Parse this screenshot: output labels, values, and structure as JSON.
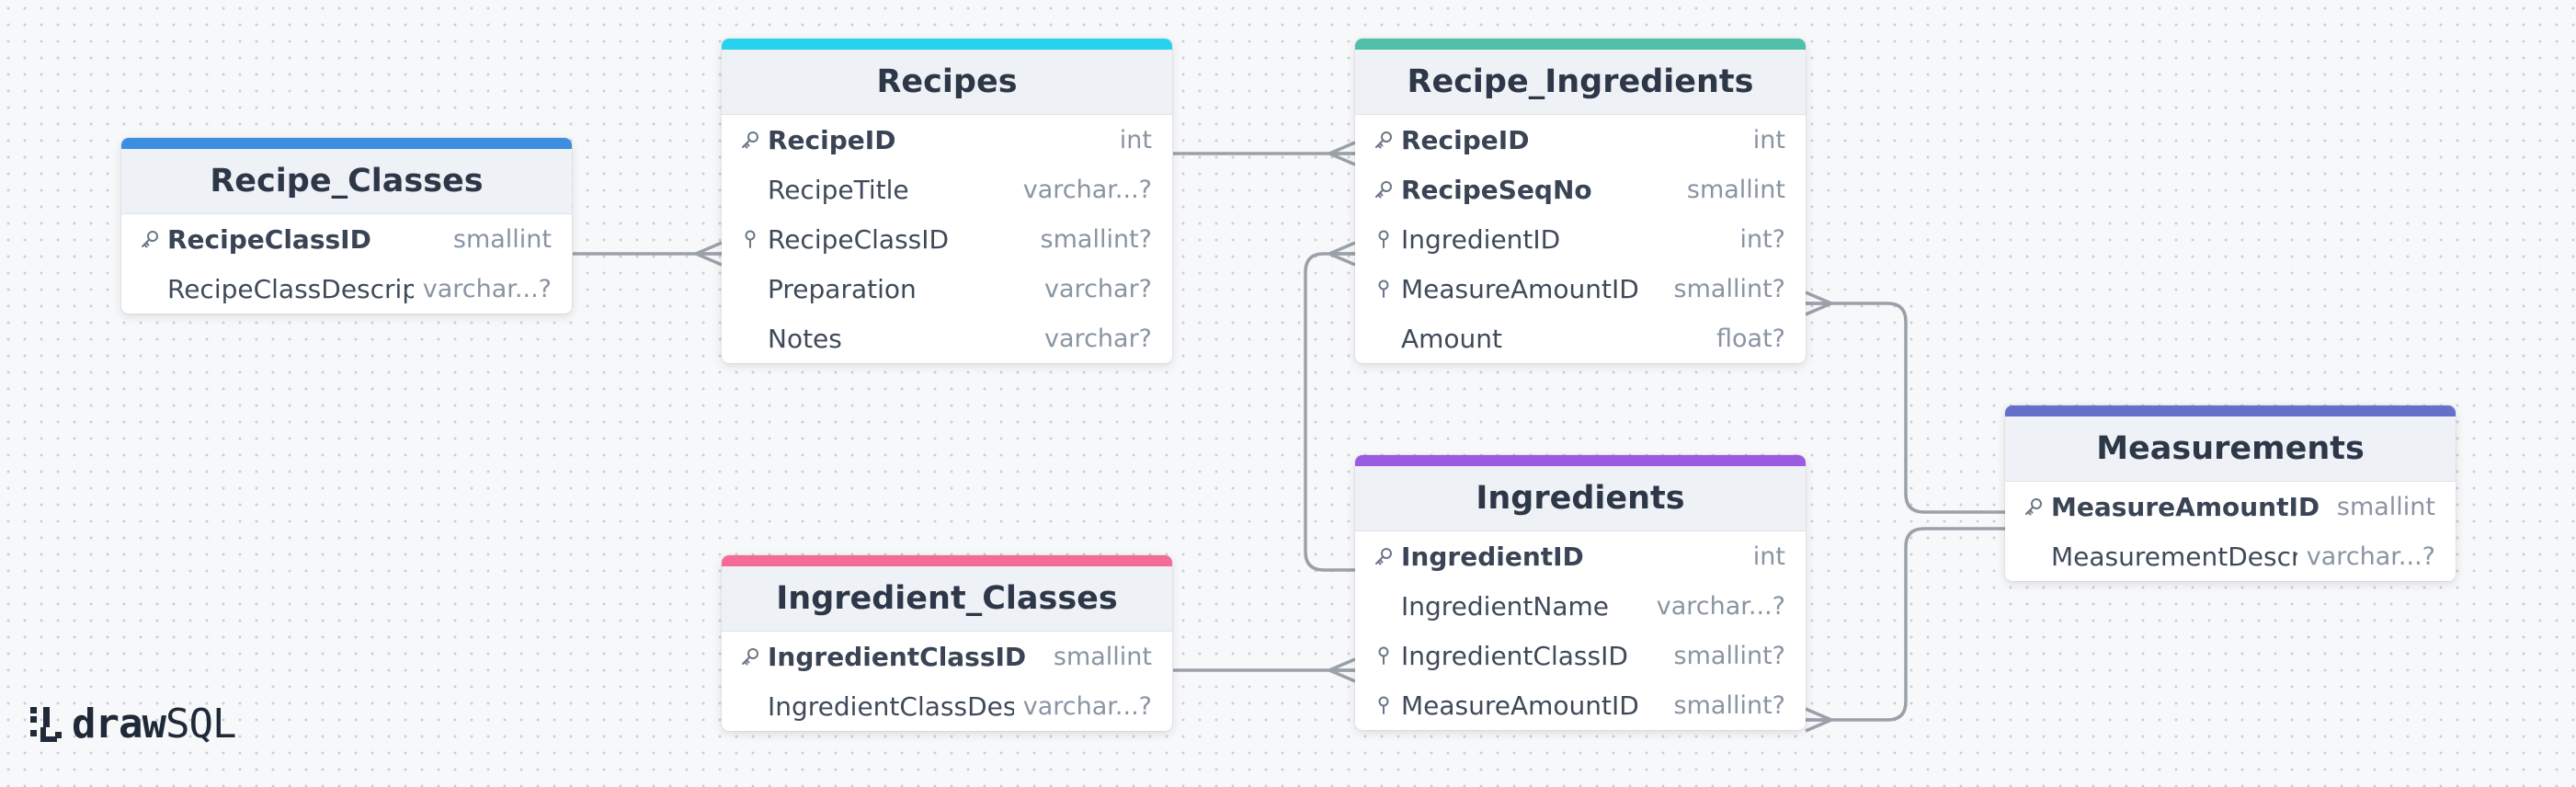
{
  "colors": {
    "recipe_classes": "#3b8ee0",
    "recipes": "#27d3ef",
    "recipe_ingredients": "#4fbfa9",
    "ingredients": "#9a5be0",
    "ingredient_classes": "#f46b96",
    "measurements": "#6570cc",
    "connector": "#9aa1a9"
  },
  "logo": {
    "bold": "draw",
    "light": "SQL"
  },
  "tables": [
    {
      "id": "recipe_classes",
      "title": "Recipe_Classes",
      "color_key": "recipe_classes",
      "columns": [
        {
          "name": "RecipeClassID",
          "type": "smallint",
          "icon": "key-icon",
          "pk": true
        },
        {
          "name": "RecipeClassDescription",
          "type": "varchar...?",
          "icon": "",
          "pk": false
        }
      ]
    },
    {
      "id": "recipes",
      "title": "Recipes",
      "color_key": "recipes",
      "columns": [
        {
          "name": "RecipeID",
          "type": "int",
          "icon": "key-icon",
          "pk": true
        },
        {
          "name": "RecipeTitle",
          "type": "varchar...?",
          "icon": "",
          "pk": false
        },
        {
          "name": "RecipeClassID",
          "type": "smallint?",
          "icon": "foreign-key-icon",
          "pk": false
        },
        {
          "name": "Preparation",
          "type": "varchar?",
          "icon": "",
          "pk": false
        },
        {
          "name": "Notes",
          "type": "varchar?",
          "icon": "",
          "pk": false
        }
      ]
    },
    {
      "id": "recipe_ingredients",
      "title": "Recipe_Ingredients",
      "color_key": "recipe_ingredients",
      "columns": [
        {
          "name": "RecipeID",
          "type": "int",
          "icon": "key-icon",
          "pk": true
        },
        {
          "name": "RecipeSeqNo",
          "type": "smallint",
          "icon": "key-icon",
          "pk": true
        },
        {
          "name": "IngredientID",
          "type": "int?",
          "icon": "foreign-key-icon",
          "pk": false
        },
        {
          "name": "MeasureAmountID",
          "type": "smallint?",
          "icon": "foreign-key-icon",
          "pk": false
        },
        {
          "name": "Amount",
          "type": "float?",
          "icon": "",
          "pk": false
        }
      ]
    },
    {
      "id": "ingredients",
      "title": "Ingredients",
      "color_key": "ingredients",
      "columns": [
        {
          "name": "IngredientID",
          "type": "int",
          "icon": "key-icon",
          "pk": true
        },
        {
          "name": "IngredientName",
          "type": "varchar...?",
          "icon": "",
          "pk": false
        },
        {
          "name": "IngredientClassID",
          "type": "smallint?",
          "icon": "foreign-key-icon",
          "pk": false
        },
        {
          "name": "MeasureAmountID",
          "type": "smallint?",
          "icon": "foreign-key-icon",
          "pk": false
        }
      ]
    },
    {
      "id": "ingredient_classes",
      "title": "Ingredient_Classes",
      "color_key": "ingredient_classes",
      "columns": [
        {
          "name": "IngredientClassID",
          "type": "smallint",
          "icon": "key-icon",
          "pk": true
        },
        {
          "name": "IngredientClassDescription",
          "type": "varchar...?",
          "icon": "",
          "pk": false
        }
      ]
    },
    {
      "id": "measurements",
      "title": "Measurements",
      "color_key": "measurements",
      "columns": [
        {
          "name": "MeasureAmountID",
          "type": "smallint",
          "icon": "key-icon",
          "pk": true
        },
        {
          "name": "MeasurementDescription",
          "type": "varchar...?",
          "icon": "",
          "pk": false
        }
      ]
    }
  ],
  "relationships": [
    {
      "from": "recipe_classes.RecipeClassID",
      "to": "recipes.RecipeClassID",
      "cardinality": "one-to-many"
    },
    {
      "from": "recipes.RecipeID",
      "to": "recipe_ingredients.RecipeID",
      "cardinality": "one-to-many"
    },
    {
      "from": "ingredients.IngredientID",
      "to": "recipe_ingredients.IngredientID",
      "cardinality": "one-to-many"
    },
    {
      "from": "measurements.MeasureAmountID",
      "to": "recipe_ingredients.MeasureAmountID",
      "cardinality": "one-to-many"
    },
    {
      "from": "measurements.MeasureAmountID",
      "to": "ingredients.MeasureAmountID",
      "cardinality": "one-to-many"
    },
    {
      "from": "ingredient_classes.IngredientClassID",
      "to": "ingredients.IngredientClassID",
      "cardinality": "one-to-many"
    }
  ]
}
